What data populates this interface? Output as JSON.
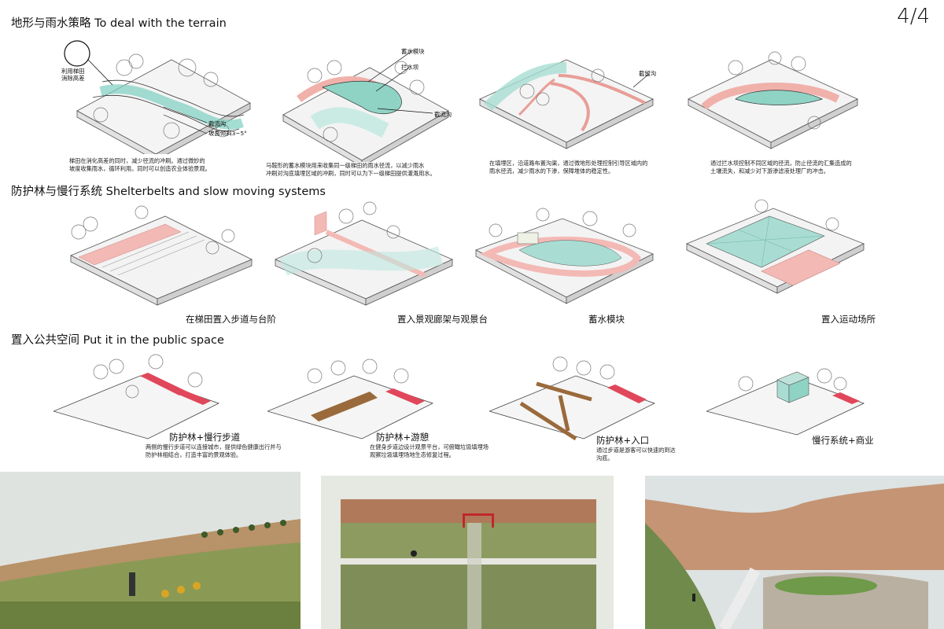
{
  "page_number": "4/4",
  "colors": {
    "pink": "#f3b9b4",
    "teal": "#a9ddd3",
    "red_path": "#e0475a",
    "wood": "#9a6a3c",
    "grass": "#8a9a55",
    "sky": "#dfe3e0",
    "soil": "#c49474"
  },
  "terrain": {
    "title": "地形与雨水策略 To deal with the terrain",
    "d1": {
      "zoom_label": [
        "利用梯田",
        "消除高差"
      ],
      "ann_ditch": "截流沟",
      "ann_slope": "坡面倾斜3~5°",
      "caption": [
        "梯田在消化高差的同时，减少径流的冲刷。通过微妙的",
        "坡度收集雨水，循环利用。同时可以创造农业体验景观。"
      ]
    },
    "d2": {
      "ann_module": "蓄水模块",
      "ann_dam": "拦水坝",
      "ann_ditch": "截流沟",
      "caption": [
        "马鞍形的蓄水模块用来收集同一级梯田的雨水径流，以减少雨水",
        "冲刷对沟底填埋区域的冲刷，同时可以为下一级梯田提供灌溉用水。"
      ]
    },
    "d3": {
      "ann_ditch": "截留沟",
      "caption": [
        "在填埋区，沿道路布置沟渠，通过微地形处理控制引导区域内的",
        "雨水径流，减少雨水的下渗，保障堆体的稳定性。"
      ]
    },
    "d4": {
      "caption": [
        "通过拦水坝控制不同区域的径流，防止径流的汇集造成的",
        "土壤流失，和减少对下游渗滤液处理厂的冲击。"
      ]
    }
  },
  "shelterbelts": {
    "title": "防护林与慢行系统 Shelterbelts and slow moving systems",
    "labels": [
      "在梯田置入步道与台阶",
      "置入景观廊架与观景台",
      "蓄水模块",
      "置入运动场所"
    ]
  },
  "public_space": {
    "title": "置入公共空间 Put it in the public space",
    "items": [
      {
        "label": "防护林+慢行步道",
        "caption": [
          "两侧的慢行步道可以连接城市，提供绿色健康出行并与",
          "防护林相结合，打造丰富的景观体验。"
        ]
      },
      {
        "label": "防护林+游憩",
        "caption": [
          "在健身步道边设计观景平台，可俯瞰垃圾填埋场",
          "观察垃圾填埋场地生态修复过程。"
        ]
      },
      {
        "label": "防护林+入口",
        "caption": [
          "通过步道是游客可以快速的到达",
          "沟底。"
        ]
      },
      {
        "label": "慢行系统+商业",
        "caption": []
      }
    ]
  },
  "photos": [
    {
      "subject": "sunflower-terraces-with-people"
    },
    {
      "subject": "grass-terraces-with-red-frame-gate-and-cyclist"
    },
    {
      "subject": "canyon-amphitheater-with-cyclist"
    }
  ]
}
